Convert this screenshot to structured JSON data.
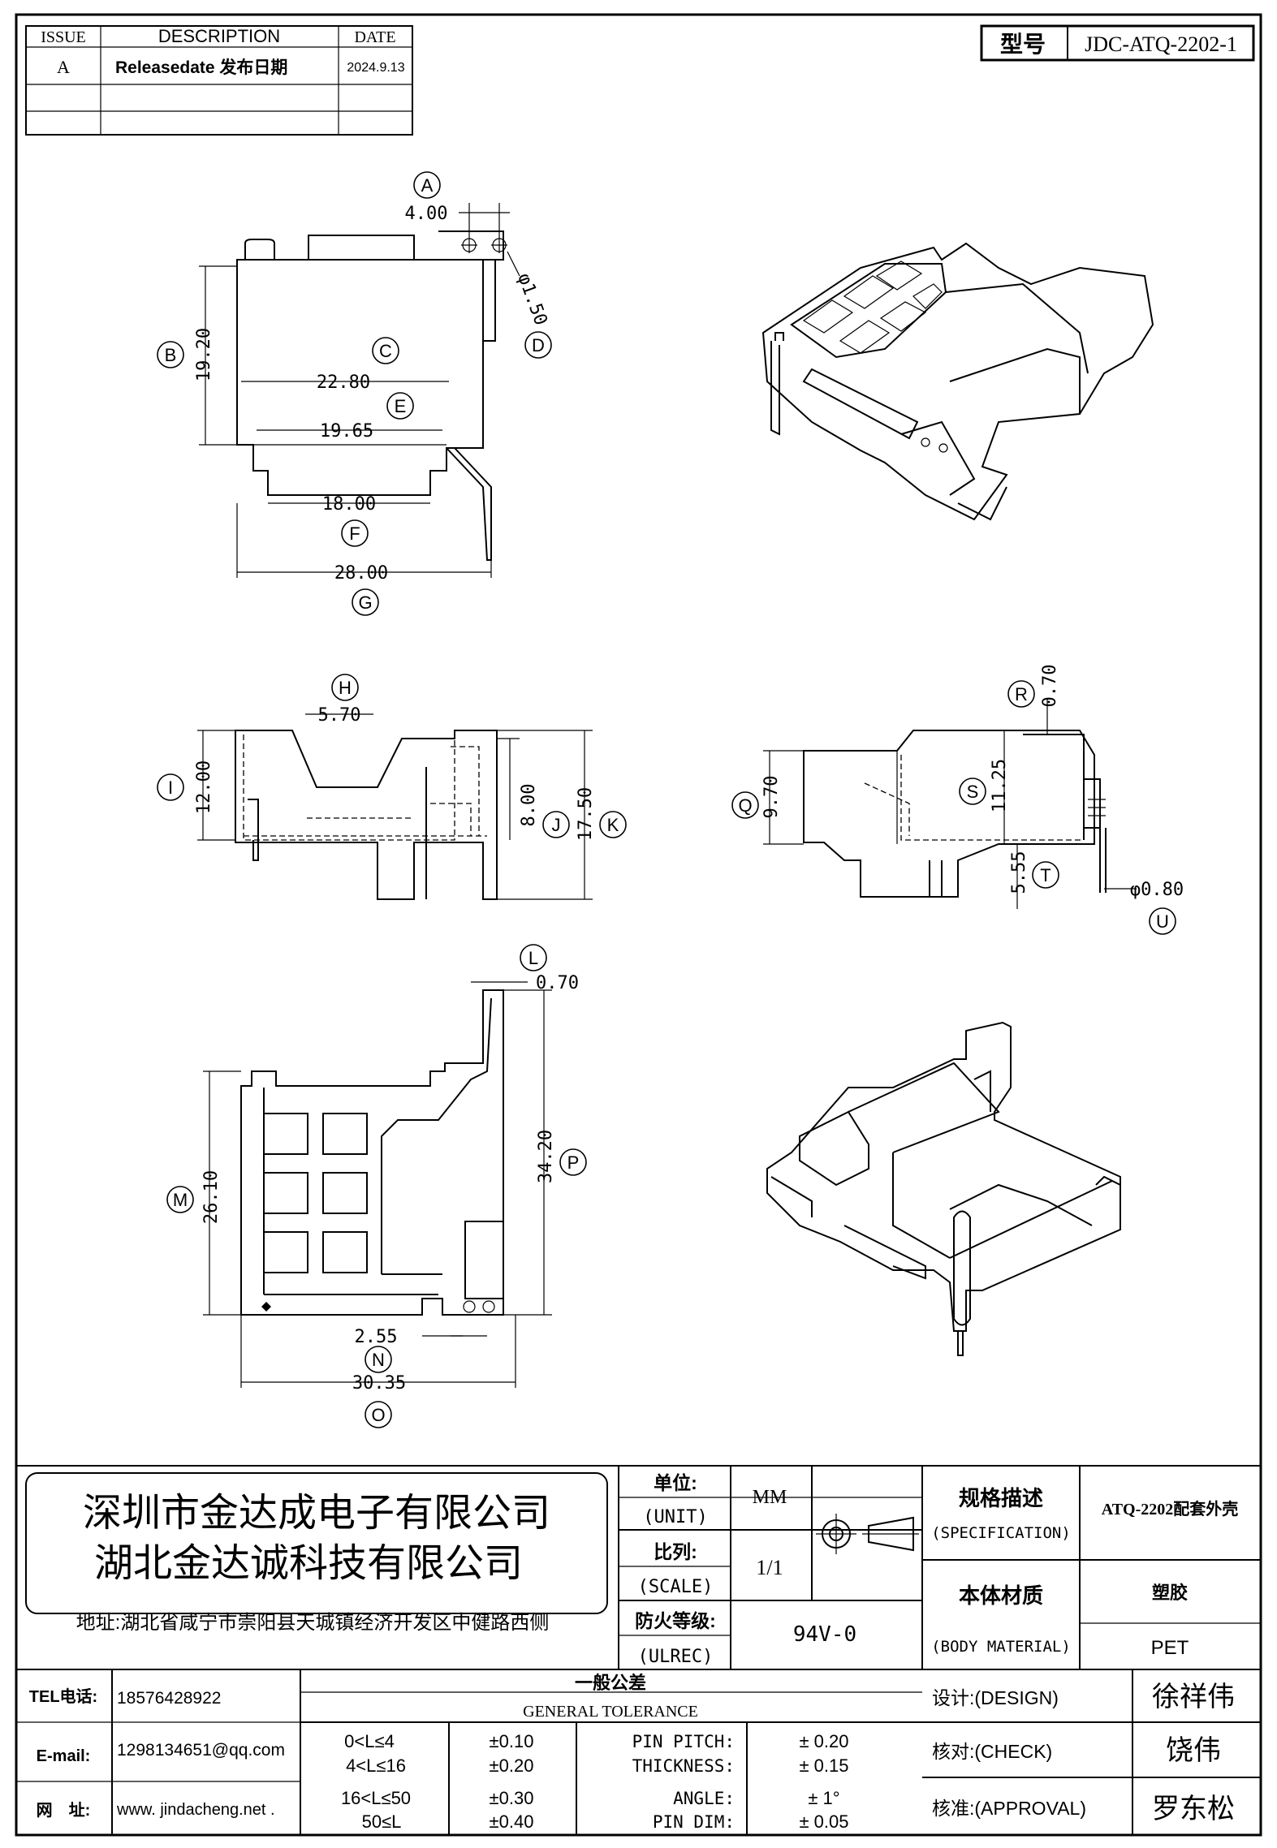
{
  "revision_table": {
    "headers": [
      "ISSUE",
      "DESCRIPTION",
      "DATE"
    ],
    "rows": [
      {
        "issue": "A",
        "description": "Releasedate 发布日期",
        "date": "2024.9.13"
      },
      {
        "issue": "",
        "description": "",
        "date": ""
      },
      {
        "issue": "",
        "description": "",
        "date": ""
      }
    ]
  },
  "model_box": {
    "label": "型号",
    "value": "JDC-ATQ-2202-1"
  },
  "dimensions": {
    "A": "4.00",
    "D": "φ1.50",
    "B": "19.20",
    "C": "22.80",
    "E": "19.65",
    "F": "18.00",
    "G": "28.00",
    "H": "5.70",
    "I": "12.00",
    "J": "8.00",
    "K": "17.50",
    "Q": "9.70",
    "R": "0.70",
    "S": "11.25",
    "T": "5.55",
    "U": "φ0.80",
    "L": "0.70",
    "M": "26.10",
    "P": "34.20",
    "N": "2.55",
    "O": "30.35"
  },
  "title_block": {
    "company_line1": "深圳市金达成电子有限公司",
    "company_line2": "湖北金达诚科技有限公司",
    "address": "地址:湖北省咸宁市崇阳县天城镇经济开发区中健路西侧",
    "unit_label": "单位:",
    "unit_label_en": "(UNIT)",
    "unit_value": "MM",
    "scale_label": "比列:",
    "scale_label_en": "(SCALE)",
    "scale_value": "1/1",
    "flame_label": "防火等级:",
    "flame_label_en": "(ULREC)",
    "flame_value": "94V-0",
    "spec_label": "规格描述",
    "spec_label_en": "(SPECIFICATION)",
    "spec_value": "ATQ-2202配套外壳",
    "material_label": "本体材质",
    "material_label_en": "(BODY MATERIAL)",
    "material_value1": "塑胶",
    "material_value2": "PET",
    "tel_label": "TEL电话:",
    "tel_value": "18576428922",
    "email_label": "E-mail:",
    "email_value": "1298134651@qq.com",
    "web_label": "网　址:",
    "web_value": "www. jindacheng.net .",
    "tolerance_title_cn": "一般公差",
    "tolerance_title_en": "GENERAL TOLERANCE",
    "tolerances": [
      {
        "range": "0<L≤4",
        "tol": "±0.10",
        "item": "PIN PITCH:",
        "val": "±  0.20"
      },
      {
        "range": "4<L≤16",
        "tol": "±0.20",
        "item": "THICKNESS:",
        "val": "±  0.15"
      },
      {
        "range": "16<L≤50",
        "tol": "±0.30",
        "item": "ANGLE:",
        "val": "±  1°"
      },
      {
        "range": "50≤L",
        "tol": "±0.40",
        "item": "PIN DIM:",
        "val": "±  0.05"
      }
    ],
    "design_label": "设计:(DESIGN)",
    "design_name": "徐祥伟",
    "check_label": "核对:(CHECK)",
    "check_name": "饶伟",
    "approval_label": "核准:(APPROVAL)",
    "approval_name": "罗东松"
  }
}
